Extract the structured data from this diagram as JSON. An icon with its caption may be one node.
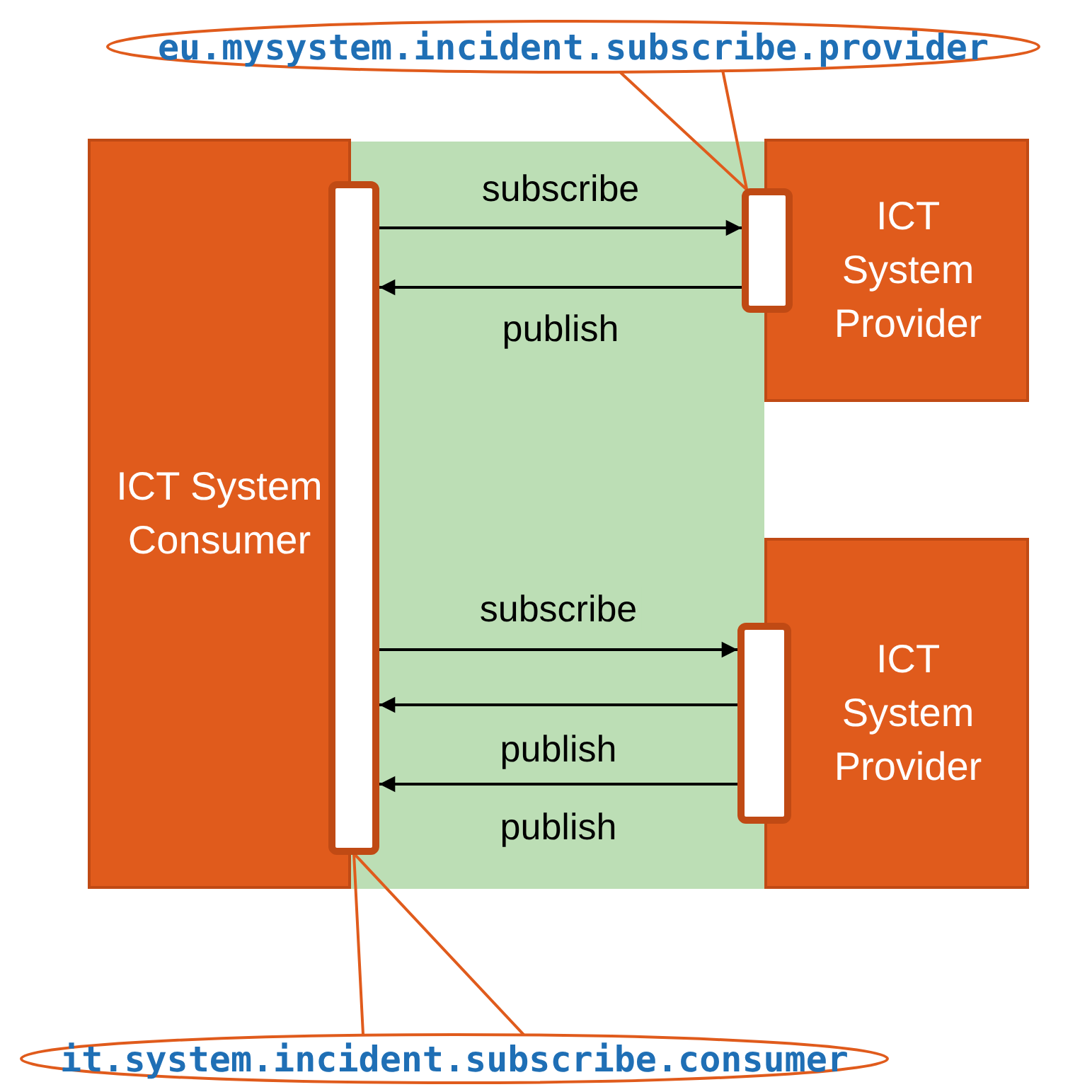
{
  "diagram": {
    "nodes": [
      {
        "text": [
          "eu.mysystem.incident.subscribe.provider"
        ]
      },
      {
        "text": [
          "ICT System Consumer"
        ]
      },
      {
        "text": [],
        "shape": "bar"
      },
      {
        "text": [
          "ICT System Provider"
        ]
      },
      {
        "text": [],
        "shape": "bar"
      },
      {
        "text": [
          "ICT System Provider"
        ]
      },
      {
        "text": [],
        "shape": "bar"
      },
      {
        "text": [
          "it.system.incident.subscribe.consumer"
        ]
      }
    ],
    "edges": [
      {
        "from": 0,
        "to": 4,
        "arrow": "none",
        "color": "#e05b1c"
      },
      {
        "from": 2,
        "to": 4,
        "arrow": "to",
        "label": "subscribe"
      },
      {
        "from": 4,
        "to": 2,
        "arrow": "to",
        "label": "publish"
      },
      {
        "from": 2,
        "to": 6,
        "arrow": "to",
        "label": "subscribe"
      },
      {
        "from": 6,
        "to": 2,
        "arrow": "to",
        "label": "publish"
      },
      {
        "from": 6,
        "to": 2,
        "arrow": "to",
        "label": "publish"
      },
      {
        "from": 7,
        "to": 2,
        "arrow": "none",
        "color": "#e05b1c"
      }
    ]
  }
}
